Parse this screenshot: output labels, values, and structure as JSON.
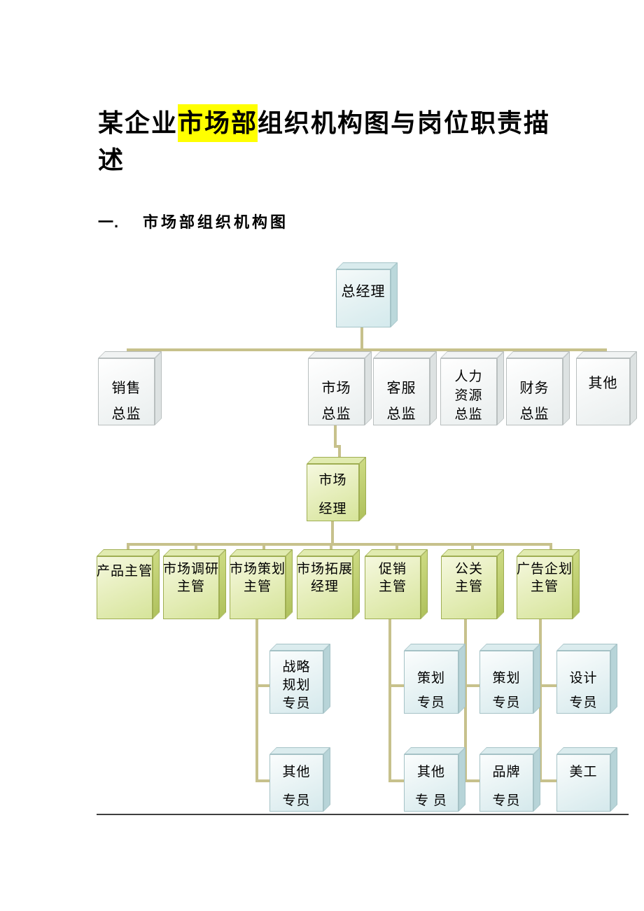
{
  "title": {
    "prefix": "某企业",
    "highlight": "市场部",
    "suffix": "组织机构图与岗位职责描述",
    "highlight_color": "#ffff00"
  },
  "section": {
    "number": "一.",
    "heading": "市场部组织机构图"
  },
  "colors": {
    "highlight": "#ffff00",
    "connector": "#c7c18c",
    "green_box": "#d6e49a",
    "cyan_box": "#d5e9ec",
    "white_box": "#e9eeee",
    "ceo_box": "#d4eaed",
    "rule": "#404040"
  },
  "org_chart": {
    "nodes": [
      {
        "id": "ceo",
        "label": "总经理",
        "lines": [
          "总经理"
        ],
        "level": 1
      },
      {
        "id": "sales",
        "label": "销售总监",
        "lines": [
          "销售",
          "总监"
        ],
        "level": 2
      },
      {
        "id": "marketing",
        "label": "市场总监",
        "lines": [
          "市场",
          "总监"
        ],
        "level": 2
      },
      {
        "id": "service",
        "label": "客服总监",
        "lines": [
          "客服",
          "总监"
        ],
        "level": 2
      },
      {
        "id": "hr",
        "label": "人力资源总监",
        "lines": [
          "人力",
          "资源",
          "总监"
        ],
        "level": 2
      },
      {
        "id": "finance",
        "label": "财务总监",
        "lines": [
          "财务",
          "总监"
        ],
        "level": 2
      },
      {
        "id": "other",
        "label": "其他",
        "lines": [
          "其他"
        ],
        "level": 2
      },
      {
        "id": "mm",
        "label": "市场经理",
        "lines": [
          "市场",
          "经理"
        ],
        "level": 3
      },
      {
        "id": "product",
        "label": "产品主管",
        "lines": [
          "产品主管"
        ],
        "level": 4
      },
      {
        "id": "research",
        "label": "市场调研主管",
        "lines": [
          "市场调研",
          "主管"
        ],
        "level": 4
      },
      {
        "id": "planning_sup",
        "label": "市场策划主管",
        "lines": [
          "市场策划",
          "主管"
        ],
        "level": 4
      },
      {
        "id": "expansion",
        "label": "市场拓展经理",
        "lines": [
          "市场拓展",
          "经理"
        ],
        "level": 4
      },
      {
        "id": "promotion",
        "label": "促销主管",
        "lines": [
          "促销",
          "主管"
        ],
        "level": 4
      },
      {
        "id": "pr",
        "label": "公关主管",
        "lines": [
          "公关",
          "主管"
        ],
        "level": 4
      },
      {
        "id": "ad",
        "label": "广告企划主管",
        "lines": [
          "广告企划",
          "主管"
        ],
        "level": 4
      },
      {
        "id": "strategy",
        "label": "战略规划专员",
        "lines": [
          "战略",
          "规划",
          "专员"
        ],
        "level": 5
      },
      {
        "id": "p1",
        "label": "策划专员",
        "lines": [
          "策划",
          "专员"
        ],
        "level": 5
      },
      {
        "id": "p2",
        "label": "策划专员",
        "lines": [
          "策划",
          "专员"
        ],
        "level": 5
      },
      {
        "id": "design",
        "label": "设计专员",
        "lines": [
          "设计",
          "专员"
        ],
        "level": 5
      },
      {
        "id": "o1",
        "label": "其他专员",
        "lines": [
          "其他",
          "专员"
        ],
        "level": 5
      },
      {
        "id": "o2",
        "label": "其他专员",
        "lines": [
          "其他",
          "专 员"
        ],
        "level": 5
      },
      {
        "id": "brand",
        "label": "品牌专员",
        "lines": [
          "品牌",
          "专员"
        ],
        "level": 5
      },
      {
        "id": "artist",
        "label": "美工",
        "lines": [
          "美工"
        ],
        "level": 5
      }
    ]
  }
}
